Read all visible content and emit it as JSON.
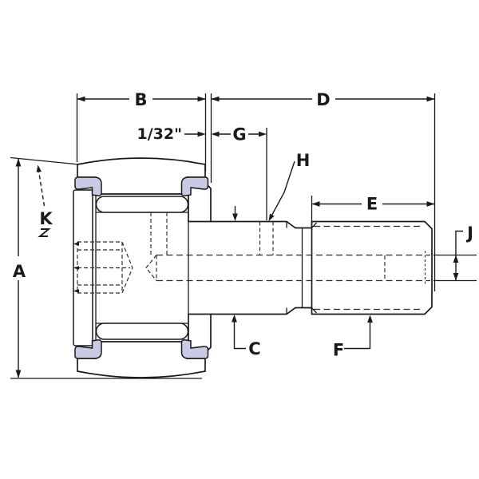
{
  "drawing": {
    "description": "cam follower bearing cross-section dimensional drawing",
    "colors": {
      "background": "#ffffff",
      "line": "#1a1a1a",
      "seal_fill": "#c9cbe4"
    },
    "labels": {
      "A": "A",
      "B": "B",
      "C": "C",
      "D": "D",
      "E": "E",
      "F": "F",
      "G": "G",
      "H": "H",
      "J": "J",
      "K": "K",
      "offset": "1/32\""
    }
  }
}
